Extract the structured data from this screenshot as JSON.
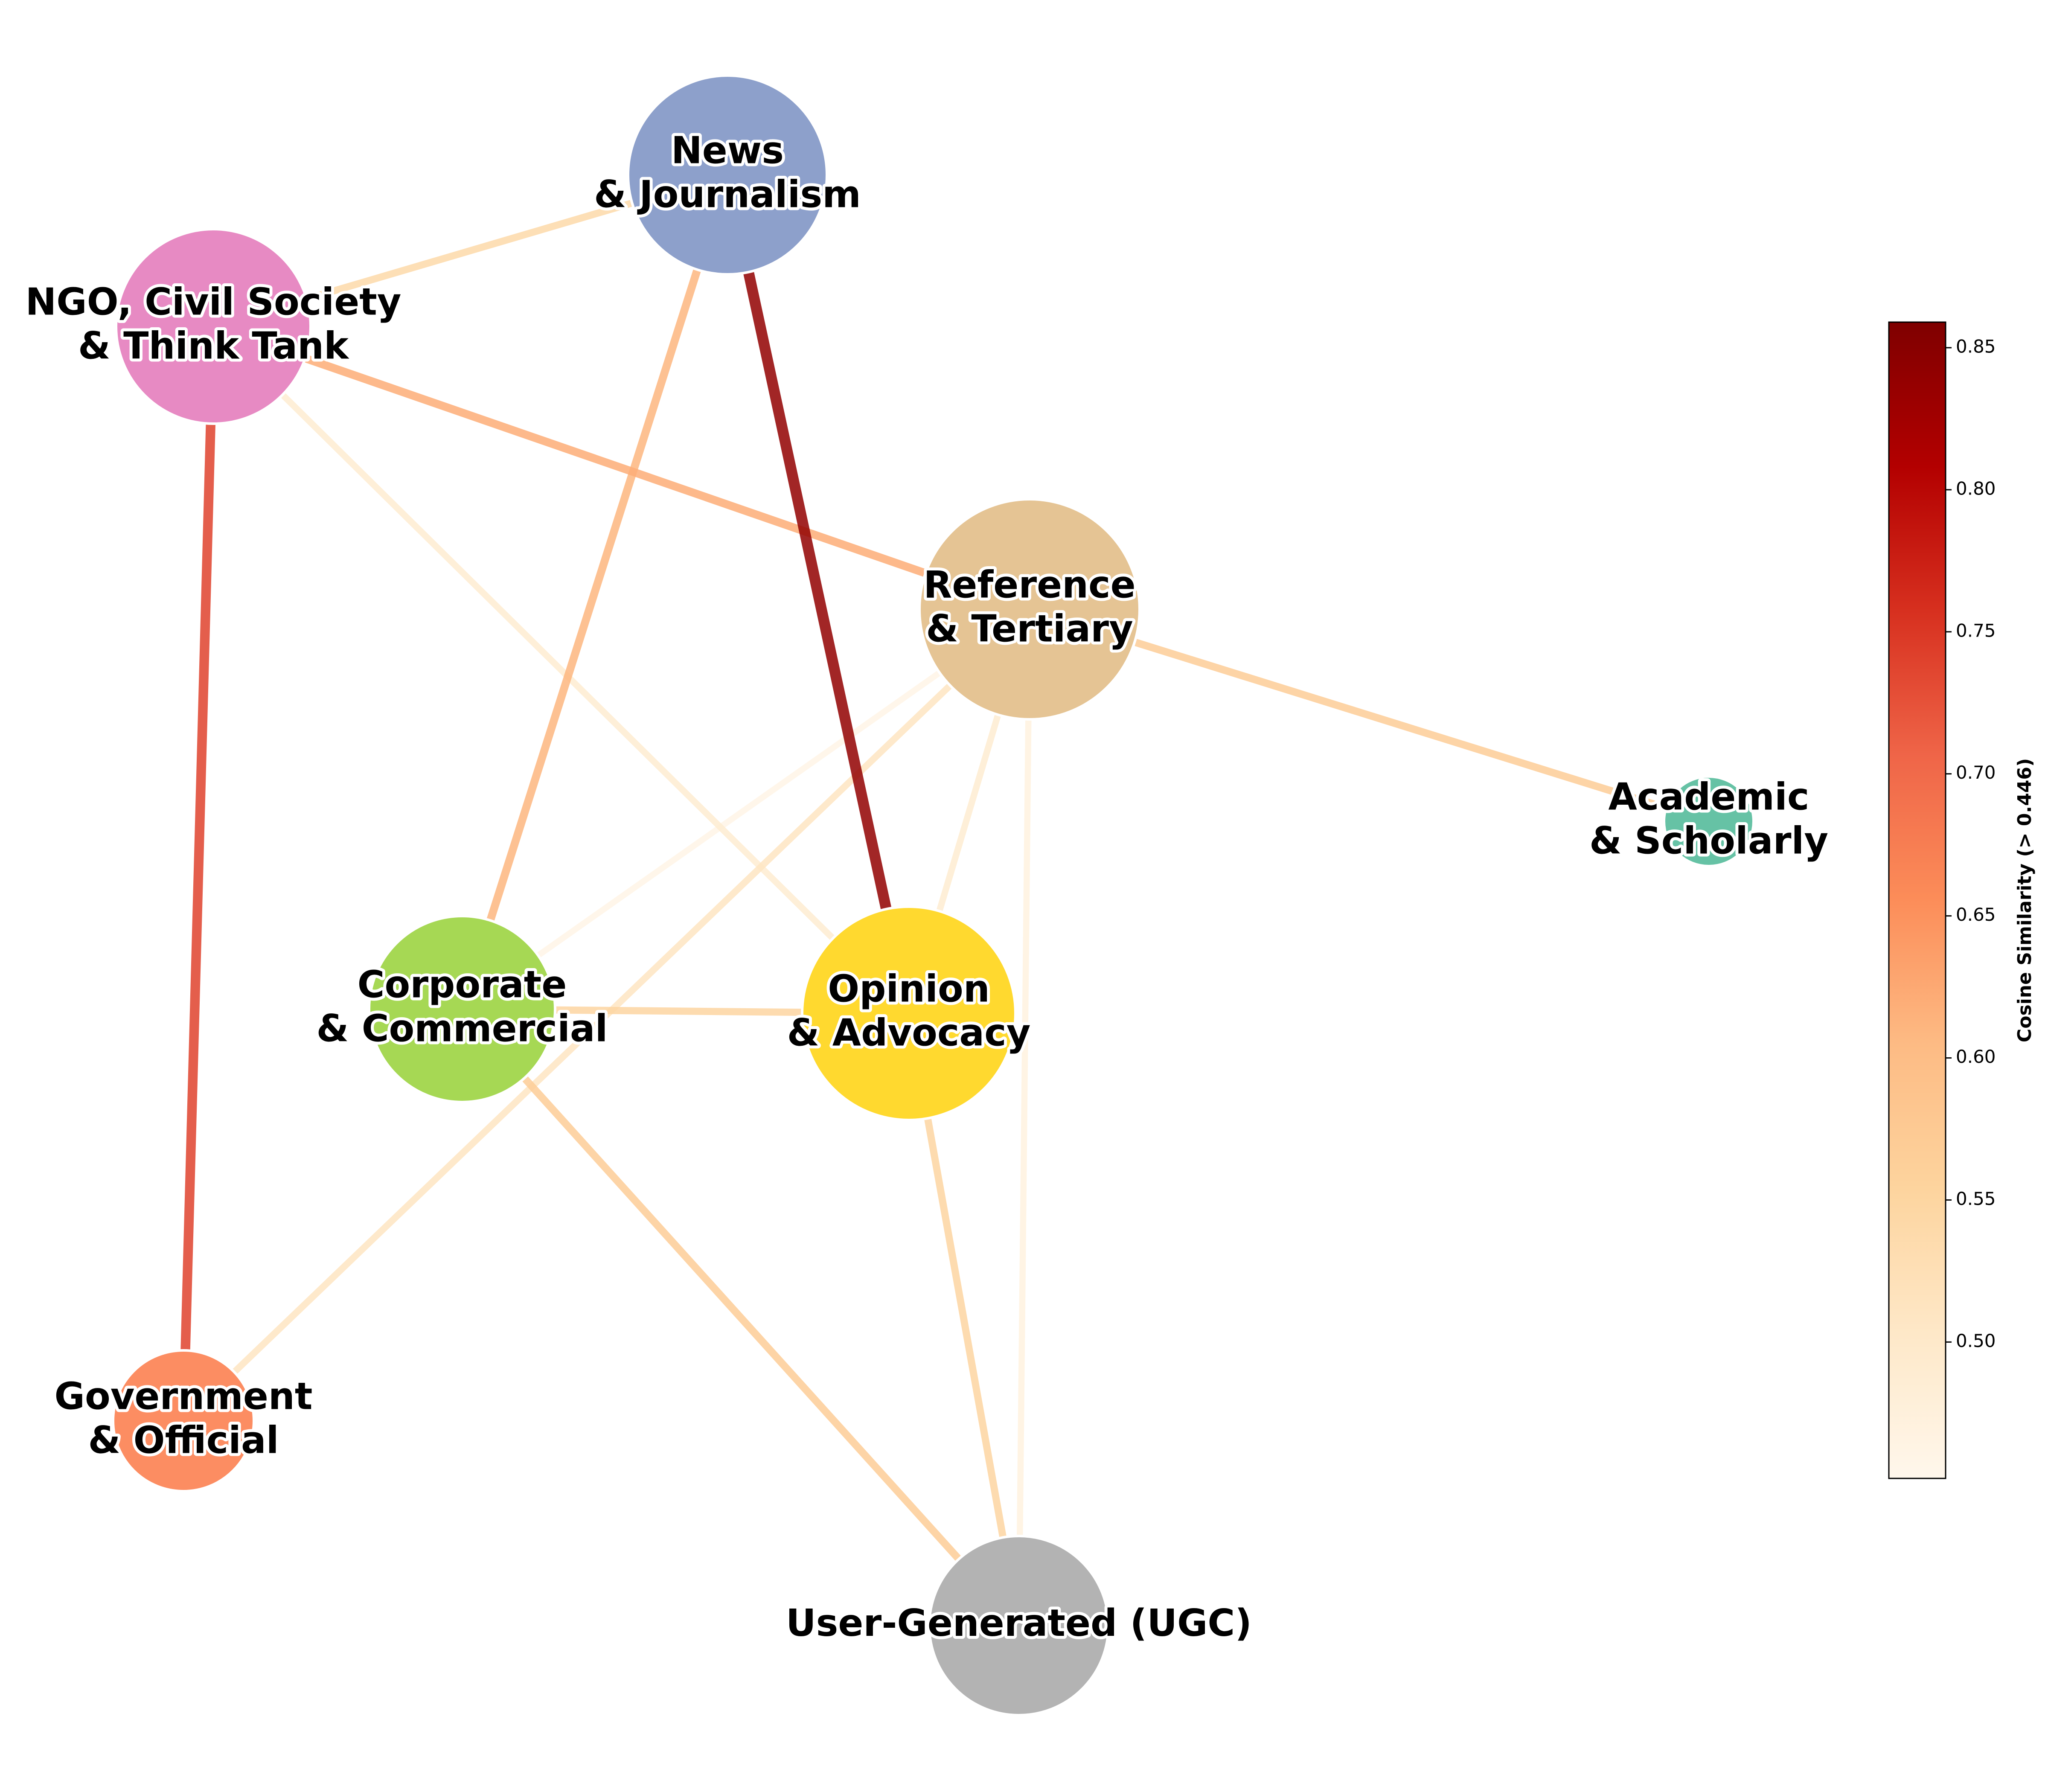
{
  "nodes": [
    {
      "id": "news",
      "label_lines": [
        "News",
        "& Journalism"
      ],
      "color": "#8da0cb"
    },
    {
      "id": "ngo",
      "label_lines": [
        "NGO, Civil Society",
        "& Think Tank"
      ],
      "color": "#e78ac3"
    },
    {
      "id": "reference",
      "label_lines": [
        "Reference",
        "& Tertiary"
      ],
      "color": "#e5c494"
    },
    {
      "id": "academic",
      "label_lines": [
        "Academic",
        "& Scholarly"
      ],
      "color": "#66c2a5"
    },
    {
      "id": "corporate",
      "label_lines": [
        "Corporate",
        "& Commercial"
      ],
      "color": "#a6d854"
    },
    {
      "id": "opinion",
      "label_lines": [
        "Opinion",
        "& Advocacy"
      ],
      "color": "#ffd92f"
    },
    {
      "id": "government",
      "label_lines": [
        "Government",
        "& Official"
      ],
      "color": "#fc8d62"
    },
    {
      "id": "ugc",
      "label_lines": [
        "User-Generated  (UGC)"
      ],
      "color": "#b3b3b3"
    }
  ],
  "edges": [
    {
      "source": "news",
      "target": "opinion",
      "weight": 0.84
    },
    {
      "source": "ngo",
      "target": "government",
      "weight": 0.74
    },
    {
      "source": "news",
      "target": "corporate",
      "weight": 0.61
    },
    {
      "source": "ngo",
      "target": "reference",
      "weight": 0.62
    },
    {
      "source": "reference",
      "target": "academic",
      "weight": 0.57
    },
    {
      "source": "corporate",
      "target": "ugc",
      "weight": 0.57
    },
    {
      "source": "ngo",
      "target": "news",
      "weight": 0.54
    },
    {
      "source": "opinion",
      "target": "ugc",
      "weight": 0.55
    },
    {
      "source": "corporate",
      "target": "opinion",
      "weight": 0.55
    },
    {
      "source": "reference",
      "target": "government",
      "weight": 0.51
    },
    {
      "source": "ngo",
      "target": "opinion",
      "weight": 0.49
    },
    {
      "source": "reference",
      "target": "opinion",
      "weight": 0.49
    },
    {
      "source": "reference",
      "target": "ugc",
      "weight": 0.47
    },
    {
      "source": "reference",
      "target": "corporate",
      "weight": 0.46
    }
  ],
  "colorbar": {
    "title": "Cosine Similarity (> 0.446)",
    "min": 0.452,
    "max": 0.859,
    "ticks": [
      "0.50",
      "0.55",
      "0.60",
      "0.65",
      "0.70",
      "0.75",
      "0.80",
      "0.85"
    ],
    "colormap": "OrRd"
  }
}
